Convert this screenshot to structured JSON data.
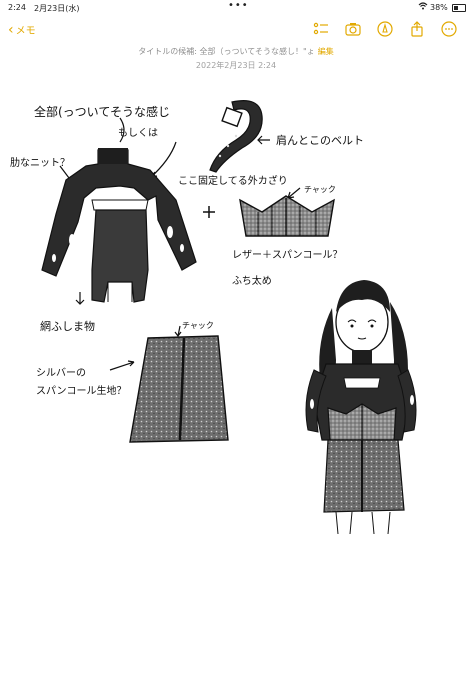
{
  "status_bar": {
    "time": "2:24",
    "date": "2月23日(水)",
    "battery_percent": "38%",
    "battery_level": 0.38
  },
  "nav": {
    "back_label": "メモ",
    "tool_icons": [
      "checklist-icon",
      "camera-icon",
      "markup-pen-icon",
      "share-icon",
      "more-icon"
    ]
  },
  "note": {
    "title": "タイトルの候補: 全部（っついてそうな感し！\"ょ",
    "edit_label": "編集",
    "timestamp": "2022年2月23日 2:24"
  },
  "annotations": {
    "all_attached": "全部(っついてそうな感じ",
    "or": "もしくは",
    "fixed_cover": "ここ固定してる外カざり",
    "shoulder_belt": "肩んとこのベルト",
    "knit": "肋なニット？",
    "zipper_top": "チャック",
    "leather_sequin": "レザー＋スパンコール？",
    "thick_trim": "ふち太め",
    "mesh_fabric": "網ふしま物",
    "zipper_skirt": "チャック",
    "silver_sequin_1": "シルバーの",
    "silver_sequin_2": "スパンコール生地？"
  },
  "colors": {
    "accent": "#e2a900",
    "ink": "#111111",
    "fill_dark": "#2b2b2b",
    "fill_gray": "#7a7a7a"
  }
}
